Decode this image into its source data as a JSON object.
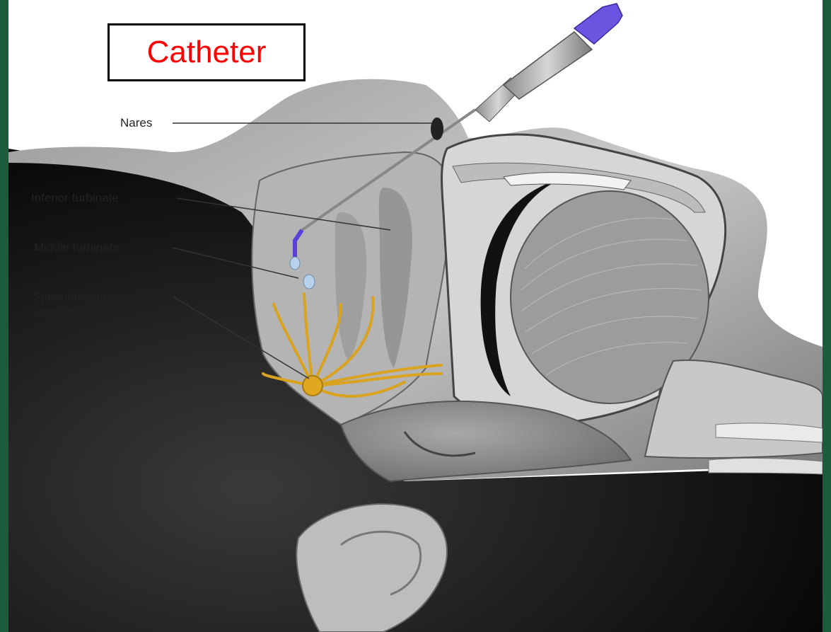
{
  "callout": {
    "text": "Catheter"
  },
  "labels": {
    "nares": "Nares",
    "inferior_turbinate": "Inferior turbinate",
    "middle_turbinate": "Middle turbinate",
    "sphenopalatine_line1": "Sphenopalatine",
    "sphenopalatine_line2": "ganglion"
  },
  "colors": {
    "slide_background": "#1d5b3d",
    "callout_text": "#ff0000",
    "catheter_tip": "#5b3fd8",
    "ganglion": "#d9a21f"
  }
}
